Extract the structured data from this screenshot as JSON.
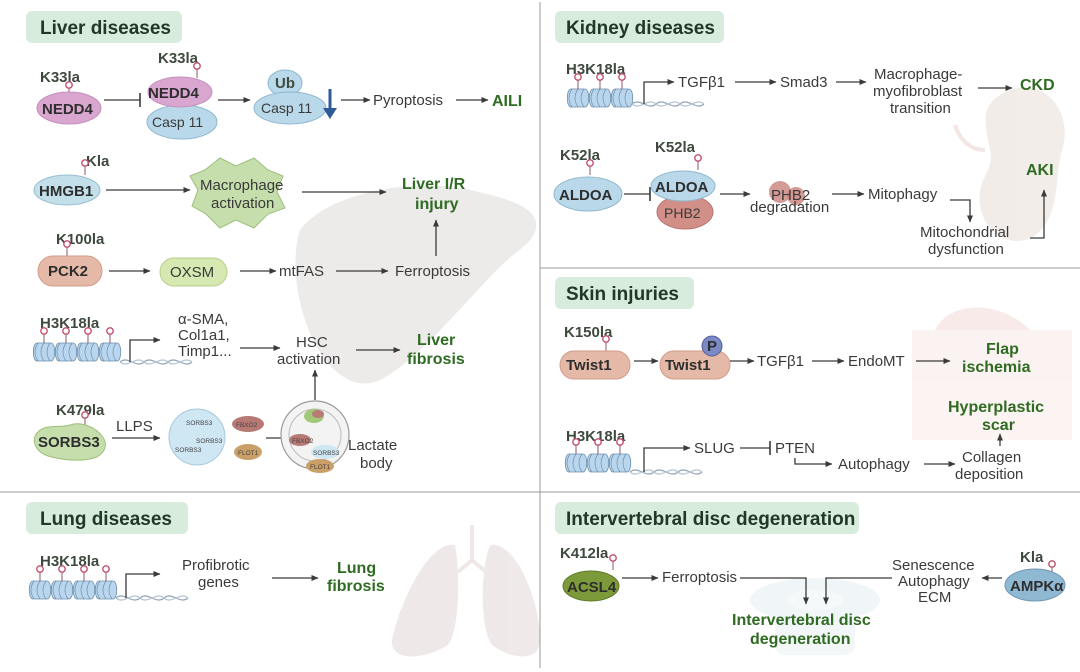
{
  "panels": {
    "liver": {
      "title": "Liver diseases"
    },
    "kidney": {
      "title": "Kidney diseases"
    },
    "skin": {
      "title": "Skin injuries"
    },
    "lung": {
      "title": "Lung diseases"
    },
    "ivd": {
      "title": "Intervertebral disc degeneration"
    }
  },
  "liver": {
    "r1": {
      "mod1": "K33la",
      "p1": "NEDD4",
      "mod2": "K33la",
      "p2": "NEDD4",
      "p3": "Casp 11",
      "ub": "Ub",
      "p4": "Casp 11",
      "n1": "Pyroptosis",
      "out": "AILI"
    },
    "r2": {
      "mod": "Kla",
      "p": "HMGB1",
      "n1": "Macrophage",
      "n2": "activation",
      "out1": "Liver I/R",
      "out2": "injury"
    },
    "r3": {
      "mod": "K100la",
      "p": "PCK2",
      "n1": "OXSM",
      "n2": "mtFAS",
      "n3": "Ferroptosis"
    },
    "r4": {
      "mod": "H3K18la",
      "g1": "α-SMA,",
      "g2": "Col1a1,",
      "g3": "Timp1...",
      "n1": "HSC",
      "n2": "activation",
      "out1": "Liver",
      "out2": "fibrosis"
    },
    "r5": {
      "mod": "K479la",
      "p": "SORBS3",
      "llps": "LLPS",
      "s1": "SORBS3",
      "s2": "SORBS3",
      "s3": "SORBS3",
      "f1": "FBXO2",
      "f2": "FLOT1",
      "f3": "FBXO2",
      "f4": "SORBS3",
      "f5": "FLOT1",
      "lb1": "Lactate",
      "lb2": "body"
    }
  },
  "kidney": {
    "r1": {
      "mod": "H3K18la",
      "n1": "TGFβ1",
      "n2": "Smad3",
      "n3a": "Macrophage-",
      "n3b": "myofibroblast",
      "n3c": "transition",
      "out": "CKD"
    },
    "r2": {
      "mod1": "K52la",
      "p1": "ALDOA",
      "mod2": "K52la",
      "p2": "ALDOA",
      "p3": "PHB2",
      "n1a": "PHB2",
      "n1b": "degradation",
      "n2": "Mitophagy",
      "n3a": "Mitochondrial",
      "n3b": "dysfunction",
      "out": "AKI"
    }
  },
  "skin": {
    "r1": {
      "mod": "K150la",
      "p1": "Twist1",
      "p2": "Twist1",
      "phos": "P",
      "n1": "TGFβ1",
      "n2": "EndoMT",
      "out1": "Flap",
      "out2": "ischemia"
    },
    "r2": {
      "mod": "H3K18la",
      "n1": "SLUG",
      "n2": "PTEN",
      "n3": "Autophagy",
      "n4a": "Collagen",
      "n4b": "deposition",
      "out1": "Hyperplastic",
      "out2": "scar"
    }
  },
  "lung": {
    "mod": "H3K18la",
    "n1a": "Profibrotic",
    "n1b": "genes",
    "out1": "Lung",
    "out2": "fibrosis"
  },
  "ivd": {
    "mod1": "K412la",
    "p1": "ACSL4",
    "n1": "Ferroptosis",
    "mod2": "Kla",
    "p2": "AMPKα",
    "n2a": "Senescence",
    "n2b": "Autophagy",
    "n2c": "ECM",
    "out1": "Intervertebral disc",
    "out2": "degeneration"
  },
  "colors": {
    "title_bg": "#d7ecdc",
    "outcome_text": "#2f6b22",
    "divider": "#9a9a9a",
    "lactyl_pin": "#c2516e"
  },
  "icons": [
    "liver-organ-icon",
    "kidney-organ-icon",
    "lung-organ-icon",
    "spine-disc-icon",
    "skin-tissue-icon",
    "chromatin-icon",
    "dna-helix-icon",
    "lactylation-pin-icon",
    "down-arrow-icon"
  ]
}
